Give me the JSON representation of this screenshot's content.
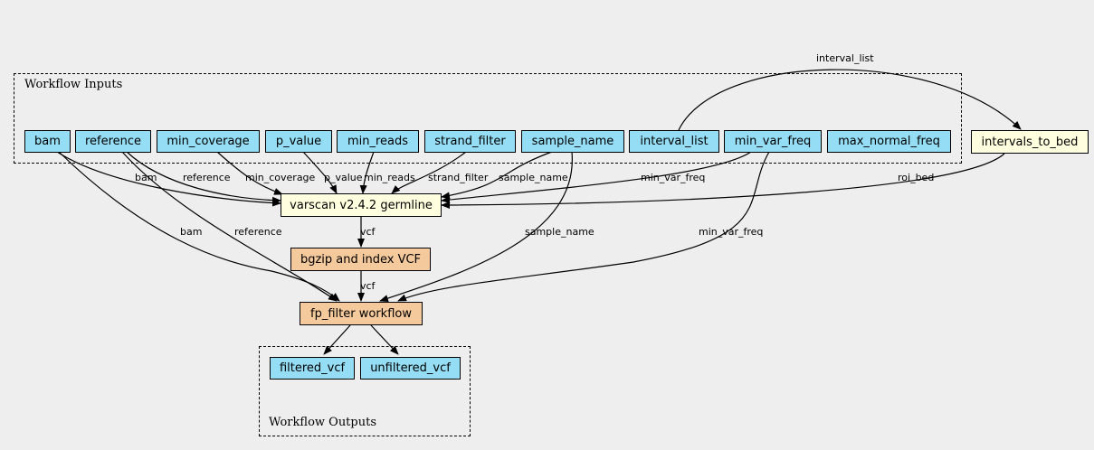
{
  "clusters": {
    "inputs_label": "Workflow Inputs",
    "outputs_label": "Workflow Outputs"
  },
  "nodes": {
    "bam": "bam",
    "reference": "reference",
    "min_coverage": "min_coverage",
    "p_value": "p_value",
    "min_reads": "min_reads",
    "strand_filter": "strand_filter",
    "sample_name": "sample_name",
    "interval_list": "interval_list",
    "min_var_freq": "min_var_freq",
    "max_normal_freq": "max_normal_freq",
    "intervals_to_bed": "intervals_to_bed",
    "varscan": "varscan v2.4.2 germline",
    "bgzip": "bgzip and index VCF",
    "fp_filter": "fp_filter workflow",
    "filtered_vcf": "filtered_vcf",
    "unfiltered_vcf": "unfiltered_vcf"
  },
  "edge_labels": {
    "interval_list": "interval_list",
    "bam_varscan": "bam",
    "reference_varscan": "reference",
    "min_coverage": "min_coverage",
    "p_value": "p_value",
    "min_reads": "min_reads",
    "strand_filter": "strand_filter",
    "sample_name_varscan": "sample_name",
    "min_var_freq_varscan": "min_var_freq",
    "roi_bed": "roi_bed",
    "vcf_1": "vcf",
    "vcf_2": "vcf",
    "bam_fp": "bam",
    "reference_fp": "reference",
    "sample_name_fp": "sample_name",
    "min_var_freq_fp": "min_var_freq"
  },
  "colors": {
    "input_fill": "#94ddf4",
    "tool_fill": "#ffffe0",
    "subworkflow_fill": "#f4c99c",
    "background": "#eeeeee"
  }
}
